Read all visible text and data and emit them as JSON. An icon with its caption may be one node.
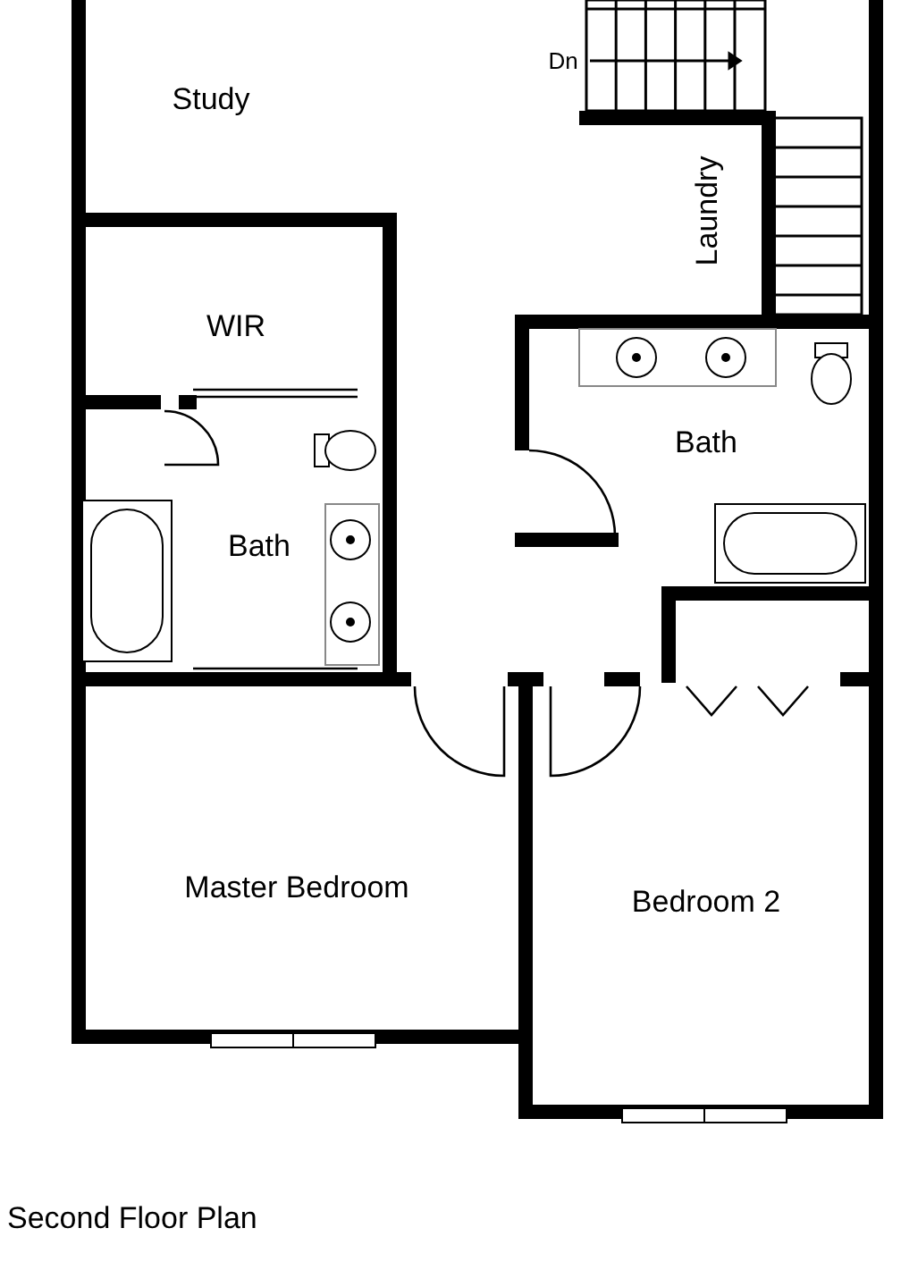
{
  "diagram": {
    "caption": "Second Floor Plan",
    "nodes": [
      {
        "text": [
          "Study"
        ]
      },
      {
        "text": [
          "Laundry"
        ]
      },
      {
        "text": [
          "WIR"
        ]
      },
      {
        "text": [
          "Bath"
        ]
      },
      {
        "text": [
          "Bath"
        ]
      },
      {
        "text": [
          "Master Bedroom"
        ]
      },
      {
        "text": [
          "Bedroom 2"
        ]
      }
    ],
    "labels": [
      "Dn"
    ]
  }
}
